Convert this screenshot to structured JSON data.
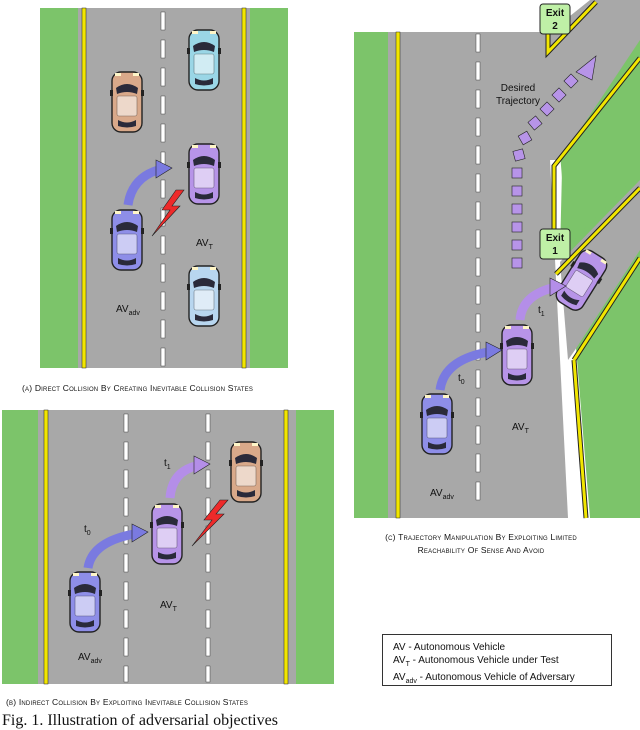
{
  "panels": {
    "a": {
      "caption": "(a) Direct Collision By Creating Inevitable Collision States",
      "av_adv_label": "AV",
      "av_adv_sub": "adv",
      "av_t_label": "AV",
      "av_t_sub": "T"
    },
    "b": {
      "caption": "(b) Indirect Collision By Exploiting Inevitable Collision States",
      "t0": "t",
      "t0_sub": "0",
      "t1": "t",
      "t1_sub": "1",
      "av_t_label": "AV",
      "av_t_sub": "T",
      "av_adv_label": "AV",
      "av_adv_sub": "adv"
    },
    "c": {
      "caption_line1": "(c) Trajectory Manipulation By Exploiting Limited",
      "caption_line2": "Reachability Of Sense And Avoid",
      "exit2_line1": "Exit",
      "exit2_line2": "2",
      "exit1_line1": "Exit",
      "exit1_line2": "1",
      "desired_line1": "Desired",
      "desired_line2": "Trajectory",
      "t0": "t",
      "t0_sub": "0",
      "t1": "t",
      "t1_sub": "1",
      "av_t_label": "AV",
      "av_t_sub": "T",
      "av_adv_label": "AV",
      "av_adv_sub": "adv"
    }
  },
  "legend": {
    "line1": "AV - Autonomous Vehicle",
    "line2_prefix": "AV",
    "line2_sub": "T",
    "line2_text": " - Autonomous Vehicle under Test",
    "line3_prefix": "AV",
    "line3_sub": "adv",
    "line3_text": " - Autonomous Vehicle of Adversary"
  },
  "figure_caption": "Fig. 1.   Illustration of adversarial objectives",
  "colors": {
    "grass": "#7cc46a",
    "road": "#a8a8a8",
    "yellow_line": "#f2e600",
    "adversary_car": "#8e8ee8",
    "target_car": "#b794e8",
    "orange_car": "#d9a98a",
    "cyan_car": "#9ad6e6",
    "light_blue_car": "#b8d6ef",
    "arrow": "#7a7ae0",
    "arrow_target": "#b48ee8",
    "collision": "#ee2a2a",
    "exit_sign": "#bff0a6"
  }
}
